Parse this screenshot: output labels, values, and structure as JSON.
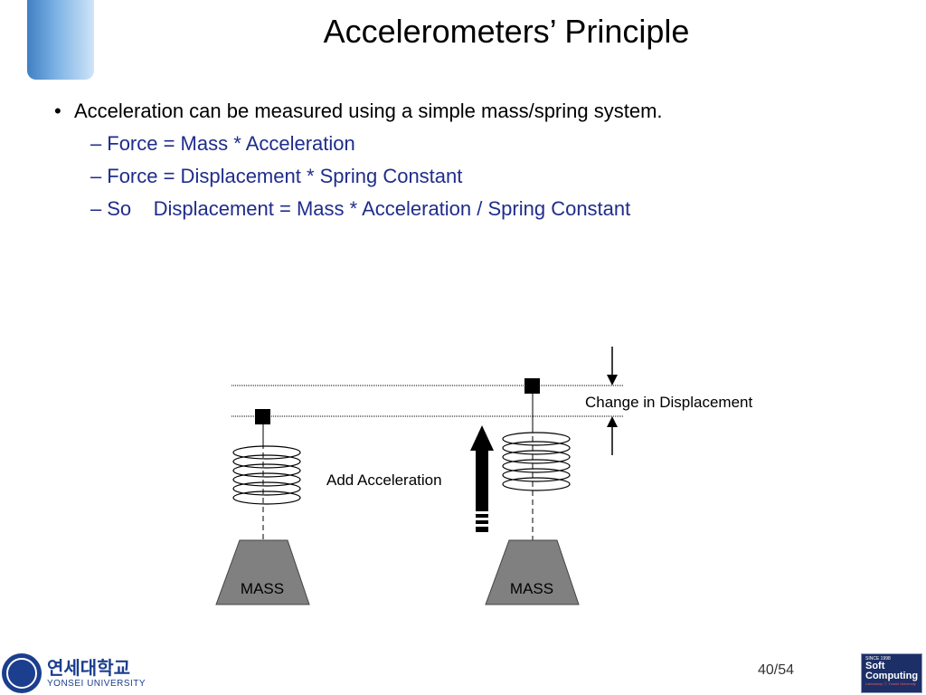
{
  "slide": {
    "title": "Accelerometers’ Principle",
    "bullet": "Acceleration can be measured using a simple mass/spring system.",
    "subs": [
      "Force = Mass * Acceleration",
      "Force = Displacement * Spring Constant",
      "So    Displacement = Mass * Acceleration / Spring Constant"
    ]
  },
  "diagram": {
    "mass_left": "MASS",
    "mass_right": "MASS",
    "add_accel_label": "Add Acceleration",
    "change_label": "Change in Displacement"
  },
  "footer": {
    "university_kr": "연세대학교",
    "university_en": "YONSEI UNIVERSITY",
    "page": "40/54",
    "lab_since": "SINCE 1998",
    "lab_word1": "Soft",
    "lab_word2": "Computing",
    "lab_sub": "Laboratory ⓒ Yonsei University"
  },
  "colors": {
    "accent_blue": "#3f7fc2",
    "sub_text_blue": "#1f2d8c",
    "mass_gray": "#808080"
  }
}
